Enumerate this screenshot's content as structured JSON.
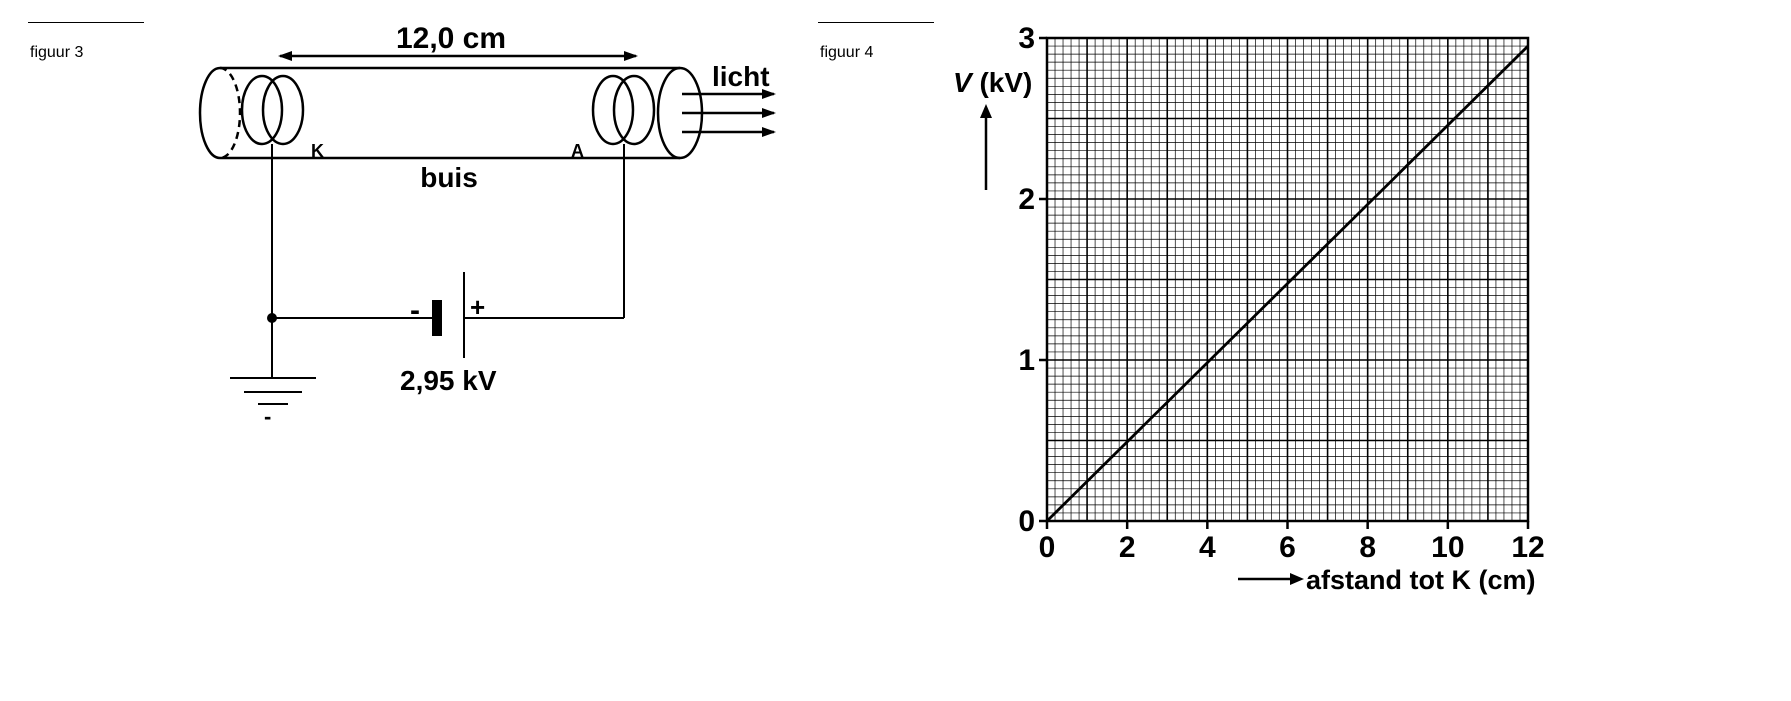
{
  "figure3": {
    "label": "figuur 3",
    "length_label": "12,0 cm",
    "light_label": "licht",
    "tube_label": "buis",
    "cathode_label": "K",
    "anode_label": "A",
    "minus_label": "-",
    "plus_label": "+",
    "voltage_label": "2,95 kV",
    "ground_minus": "-"
  },
  "figure4": {
    "label": "figuur 4"
  },
  "chart_data": {
    "type": "line",
    "title": "",
    "ylabel_var": "V",
    "ylabel_unit": " (kV)",
    "xlabel": "afstand tot K (cm)",
    "xlim": [
      0,
      12
    ],
    "ylim": [
      0,
      3
    ],
    "x_ticks": [
      0,
      2,
      4,
      6,
      8,
      10,
      12
    ],
    "y_ticks": [
      0,
      1,
      2,
      3
    ],
    "x_tick_labels": [
      "0",
      "2",
      "4",
      "6",
      "8",
      "10",
      "12"
    ],
    "y_tick_labels": [
      "0",
      "1",
      "2",
      "3"
    ],
    "grid": true,
    "series": [
      {
        "x": [
          0,
          12
        ],
        "y": [
          0,
          2.95
        ]
      }
    ]
  }
}
